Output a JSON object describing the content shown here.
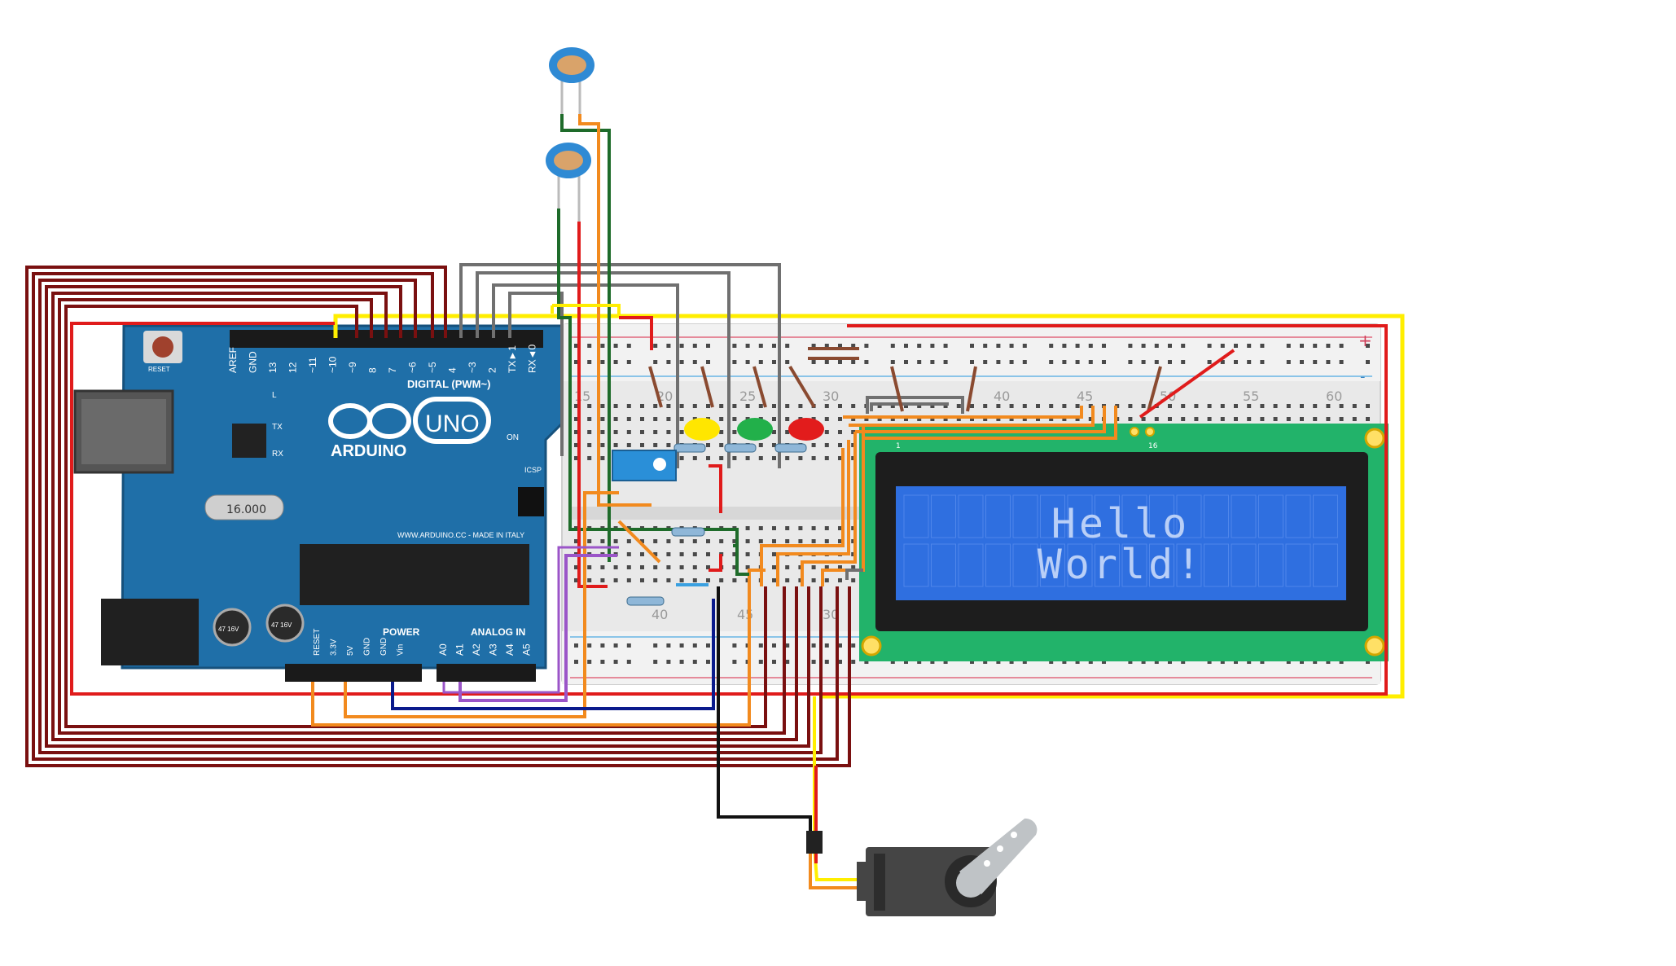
{
  "arduino": {
    "brand": "ARDUINO",
    "model": "UNO",
    "digital_label": "DIGITAL (PWM~)",
    "power_label": "POWER",
    "analog_label": "ANALOG IN",
    "website": "WWW.ARDUINO.CC - MADE IN ITALY",
    "reset_label": "RESET",
    "icsp_label": "ICSP",
    "on_label": "ON",
    "tx_label": "TX",
    "rx_label": "RX",
    "l_label": "L",
    "digital_pins": [
      "AREF",
      "GND",
      "13",
      "12",
      "~11",
      "~10",
      "~9",
      "8",
      "7",
      "~6",
      "~5",
      "4",
      "~3",
      "2",
      "TX►1",
      "RX◄0"
    ],
    "power_pins": [
      "RESET",
      "3.3V",
      "5V",
      "GND",
      "GND",
      "Vin"
    ],
    "analog_pins": [
      "A0",
      "A1",
      "A2",
      "A3",
      "A4",
      "A5"
    ],
    "crystal": "16.000",
    "cap_label": "47 16V"
  },
  "breadboard": {
    "plus": "+",
    "minus": "-",
    "column_numbers_top": [
      "15",
      "20",
      "25",
      "30",
      "40",
      "45",
      "50",
      "55",
      "60"
    ],
    "column_numbers_bottom": [
      "40",
      "45",
      "30"
    ]
  },
  "lcd": {
    "line1": "Hello",
    "line2": "World!",
    "pin_first": "1",
    "pin_last": "16"
  },
  "colors": {
    "pcb_blue": "#1f6fa8",
    "lcd_green": "#22b36a",
    "lcd_screen": "#2f6fe0",
    "wire_maroon": "#7a1010",
    "wire_red": "#e01b1b",
    "wire_yellow": "#ffee00",
    "wire_gray": "#707070",
    "wire_orange": "#f28a1e",
    "wire_green": "#1e6b2a",
    "wire_navy": "#0a1a8c",
    "wire_purple": "#9b55c8",
    "led_yellow": "#ffe600",
    "led_green": "#22b04a",
    "led_red": "#e21c1c"
  }
}
